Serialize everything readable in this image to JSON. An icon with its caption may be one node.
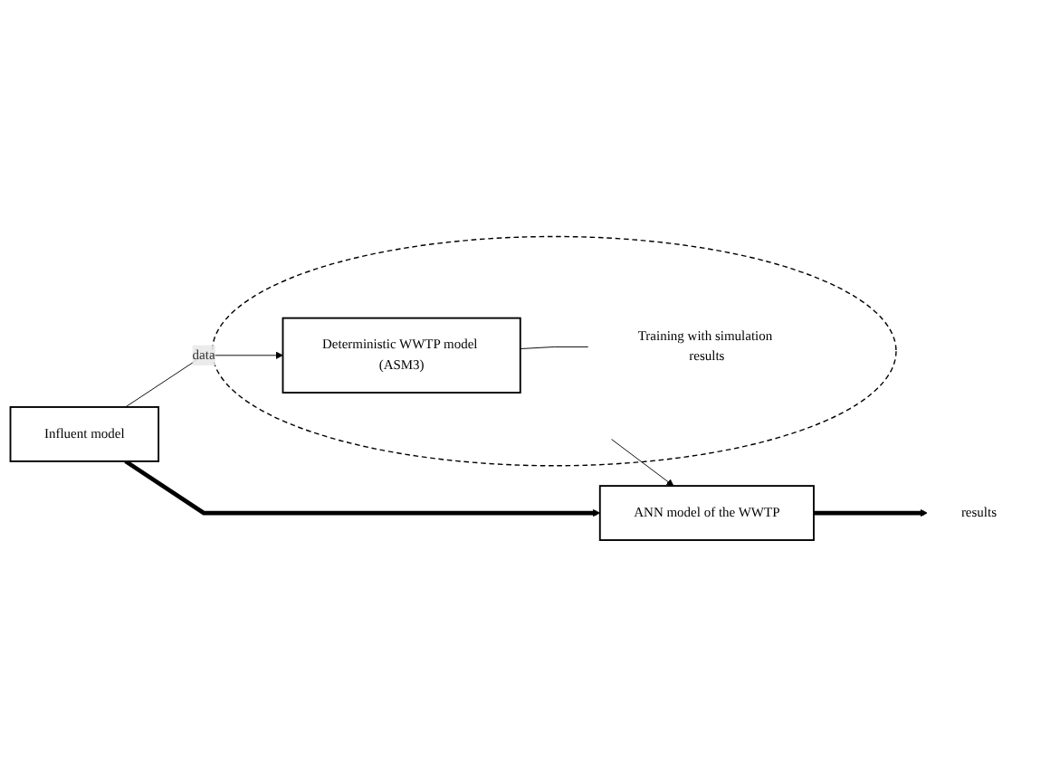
{
  "diagram": {
    "nodes": [
      {
        "text": [
          "Influent model"
        ]
      },
      {
        "text": [],
        "shape": "circle"
      },
      {
        "text": [
          "Deterministic WWTP model (ASM3)"
        ],
        "in": 1
      },
      {
        "text": [
          "Training with simulation results"
        ],
        "in": 1
      },
      {
        "text": [
          "ANN model of the WWTP"
        ]
      },
      {
        "text": [
          "results"
        ]
      }
    ],
    "edges": [
      {
        "from": 0,
        "to": 2,
        "arrow": "to",
        "label": "data"
      },
      {
        "from": 0,
        "to": 4,
        "arrow": "to",
        "style": "thick"
      },
      {
        "from": 2,
        "to": 3,
        "arrow": "none"
      },
      {
        "from": 1,
        "to": 4,
        "arrow": "to"
      },
      {
        "from": 4,
        "to": 5,
        "arrow": "to",
        "style": "thick"
      }
    ]
  }
}
